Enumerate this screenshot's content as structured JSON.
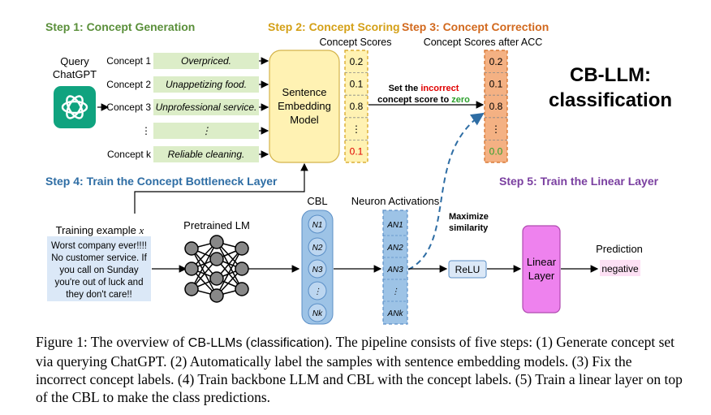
{
  "steps": {
    "step1": "Step 1: Concept Generation",
    "step2": "Step 2: Concept Scoring",
    "step3": "Step 3: Concept Correction",
    "step4": "Step 4: Train the Concept Bottleneck Layer",
    "step5": "Step 5: Train the Linear Layer"
  },
  "colors": {
    "step1": "#5a8f3a",
    "step2": "#d4a017",
    "step3": "#d2691e",
    "step4": "#2e6da4",
    "step5": "#7a3fa0",
    "concept_box": "#dcedc8",
    "embedding_box": "#fff2b3",
    "corrected_box": "#f4b183",
    "cbl": "#9dc3e6",
    "linear": "#ee82ee",
    "prediction": "#fde0f4",
    "relu": "#dbe8f7",
    "chatgpt": "#10a37f"
  },
  "query": {
    "line1": "Query",
    "line2": "ChatGPT"
  },
  "concepts": [
    {
      "label": "Concept 1",
      "text": "Overpriced."
    },
    {
      "label": "Concept 2",
      "text": "Unappetizing food."
    },
    {
      "label": "Concept 3",
      "text": "Unprofessional service."
    },
    {
      "label": "⋮",
      "text": "⋮"
    },
    {
      "label": "Concept k",
      "text": "Reliable cleaning."
    }
  ],
  "sentence_model": {
    "line1": "Sentence",
    "line2": "Embedding",
    "line3": "Model"
  },
  "concept_scores_title": "Concept Scores",
  "scores": [
    "0.2",
    "0.1",
    "0.8",
    "⋮",
    "0.1"
  ],
  "acc_title": "Concept Scores after ACC",
  "scores_acc": [
    "0.2",
    "0.1",
    "0.8",
    "⋮",
    "0.0"
  ],
  "set_incorrect": {
    "part1": "Set the ",
    "incorrect": "incorrect",
    "line2a": "concept score to ",
    "zero": "zero"
  },
  "cbllm_title": {
    "line1": "CB-LLM:",
    "line2": "classification"
  },
  "training_example_label": "Training example ",
  "training_example_var": "x",
  "training_text": [
    "Worst company ever!!!!",
    "No customer service. If",
    "you call on Sunday",
    "you're out of luck and",
    "they don't care!!"
  ],
  "pretrained_lm": "Pretrained LM",
  "cbl_label": "CBL",
  "cbl_nodes": [
    "N1",
    "N2",
    "N3",
    "⋮",
    "Nk"
  ],
  "neuron_activations_title": "Neuron Activations",
  "activations": [
    "AN1",
    "AN2",
    "AN3",
    "⋮",
    "ANk"
  ],
  "maximize": {
    "line1": "Maximize",
    "line2": "similarity"
  },
  "relu": "ReLU",
  "linear_layer": {
    "line1": "Linear",
    "line2": "Layer"
  },
  "prediction_title": "Prediction",
  "prediction_value": "negative",
  "caption": {
    "p1": "Figure 1: The overview of ",
    "cbllms": "CB-LLMs",
    "p2": " (",
    "cls": "classification",
    "p3": "). The pipeline consists of five steps: (1) Generate concept set via querying ChatGPT. (2) Automatically label the samples with sentence embedding models. (3) Fix the incorrect concept labels. (4) Train backbone LLM and CBL with the concept labels. (5) Train a linear layer on top of the CBL to make the class predictions."
  }
}
